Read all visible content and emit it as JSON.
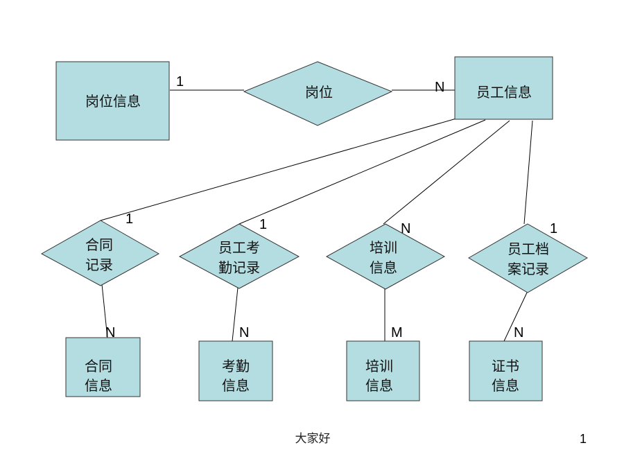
{
  "entities": {
    "post_info": [
      "岗位信息"
    ],
    "employee_info": [
      "员工信息"
    ],
    "contract_info": [
      "合同",
      "信息"
    ],
    "attendance_info": [
      "考勤",
      "信息"
    ],
    "training_info": [
      "培训",
      "信息"
    ],
    "certificate_info": [
      "证书",
      "信息"
    ]
  },
  "relationships": {
    "post": [
      "岗位"
    ],
    "contract_record": [
      "合同",
      "记录"
    ],
    "attendance_record": [
      "员工考",
      "勤记录"
    ],
    "training": [
      "培训",
      "信息"
    ],
    "archive_record": [
      "员工档",
      "案记录"
    ]
  },
  "cardinalities": {
    "post_info_post": "1",
    "post_employee": "N",
    "contract_top": "1",
    "attendance_top": "1",
    "training_top": "N",
    "archive_top": "1",
    "contract_bottom": "N",
    "attendance_bottom": "N",
    "training_bottom": "M",
    "archive_bottom": "N"
  },
  "footer": {
    "text": "大家好",
    "page_number": "1"
  },
  "colors": {
    "shape_fill": "#b4dde2",
    "shape_stroke": "#333333",
    "line": "#000000"
  }
}
